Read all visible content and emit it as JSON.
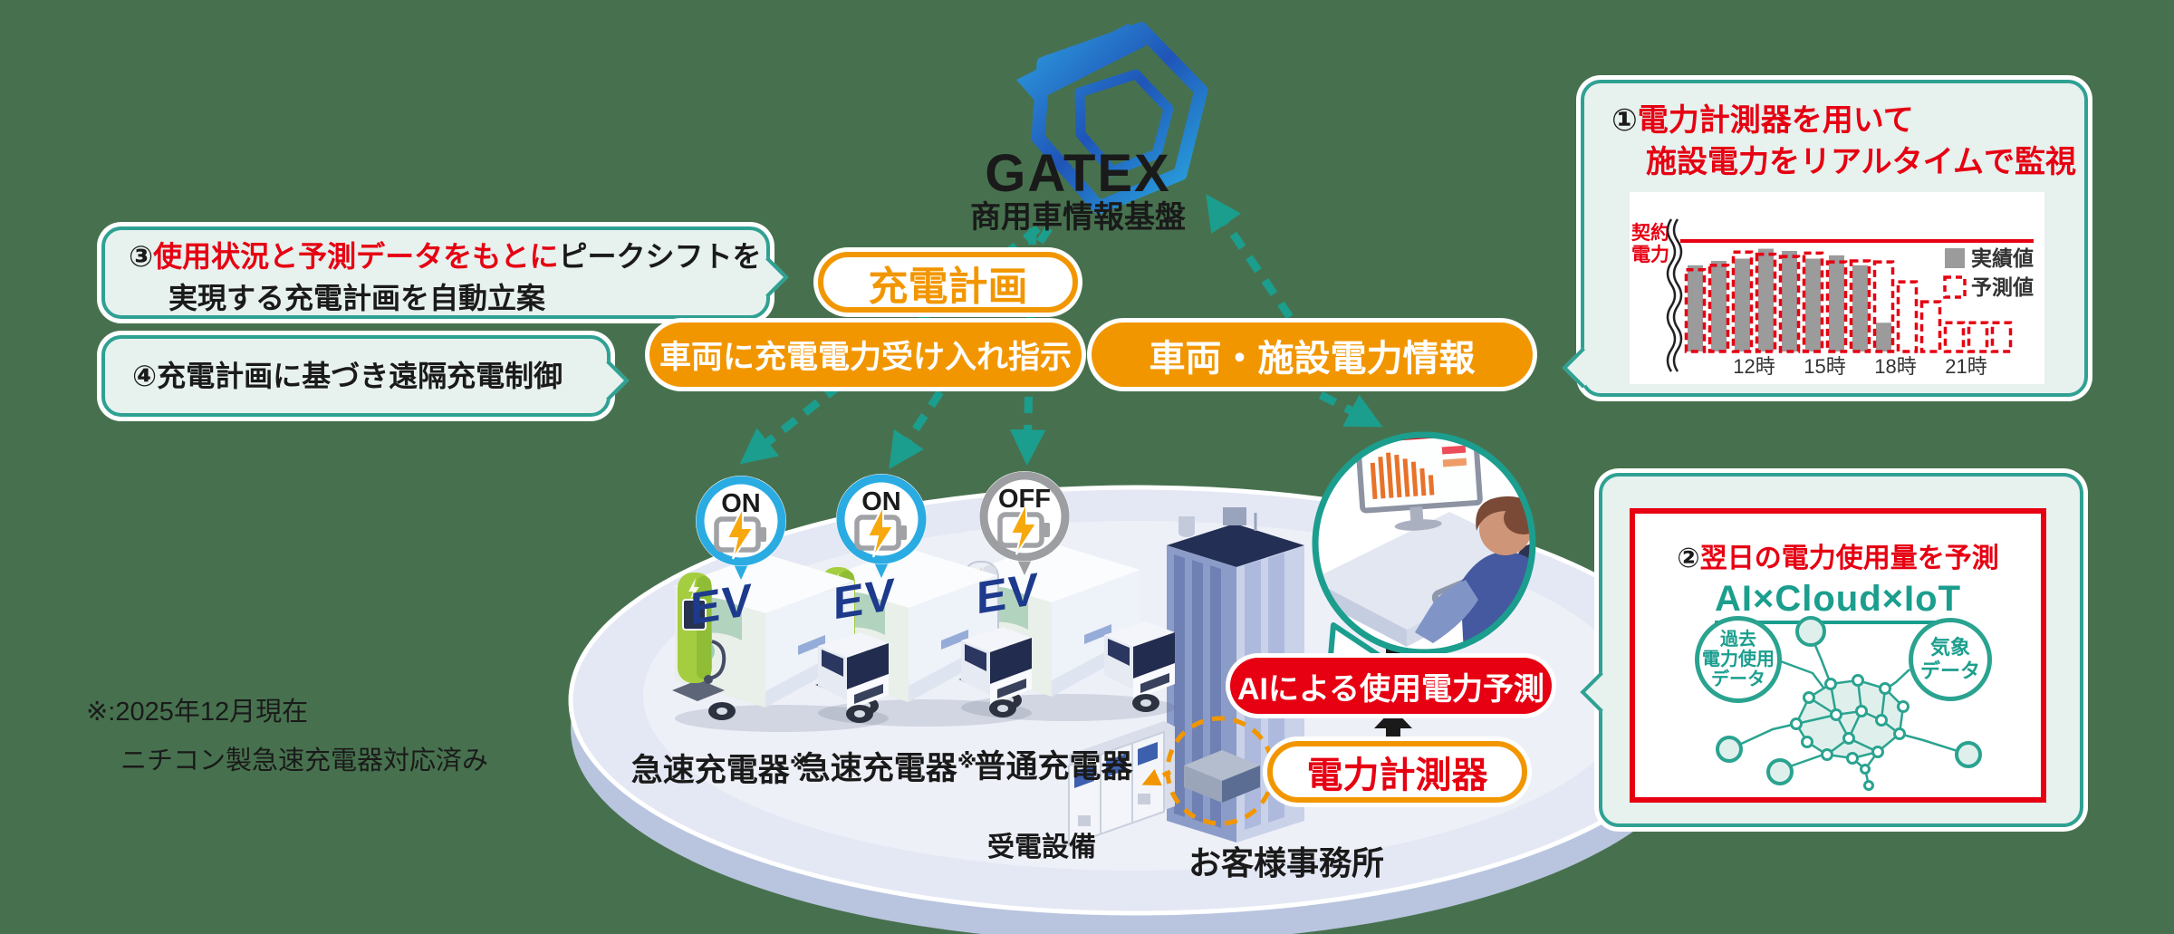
{
  "colors": {
    "background": "#47714e",
    "teal": "#1b9e8e",
    "orange": "#f29600",
    "red": "#e60012",
    "mint": "#e7f1ee",
    "badge_on_blue": "#2aabe2",
    "badge_off_gray": "#9d9ea2",
    "ev_navy": "#1d3a8c"
  },
  "gatex": {
    "title": "GATEX",
    "subtitle": "商用車情報基盤"
  },
  "callout3": {
    "num": "③",
    "highlight": "使用状況と予測データをもとに",
    "rest": "ピークシフトを",
    "line2": "実現する充電計画を自動立案"
  },
  "callout4": {
    "text": "④充電計画に基づき遠隔充電制御"
  },
  "pills": {
    "charge_plan": "充電計画",
    "charge_instruction": "車両に充電電力受け入れ指示",
    "power_info": "車両・施設電力情報",
    "ai_forecast": "AIによる使用電力予測",
    "power_meter": "電力計測器"
  },
  "box1": {
    "num": "①",
    "title_line1": "電力計測器を用いて",
    "title_line2": "施設電力をリアルタイムで監視"
  },
  "chart_data": {
    "type": "bar",
    "title": "",
    "ylabel": "契約電力",
    "ylabel_lines": [
      "契約",
      "電力"
    ],
    "x_tick_labels": [
      "12時",
      "15時",
      "18時",
      "21時"
    ],
    "x_tick_slots": [
      2.5,
      5.5,
      8.5,
      11.5
    ],
    "contract_power_line": {
      "label": "契約電力",
      "value": 100
    },
    "ylim": [
      0,
      110
    ],
    "legend_position": "right",
    "series": [
      {
        "name": "実績値",
        "type": "filled",
        "color": "#9b9b9b",
        "values": [
          78,
          82,
          84,
          93,
          91,
          84,
          87,
          78,
          26,
          null,
          null,
          null,
          null,
          null
        ]
      },
      {
        "name": "予測値",
        "type": "dashed-outline",
        "color": "#e60012",
        "values": [
          74,
          78,
          90,
          88,
          86,
          89,
          81,
          82,
          81,
          63,
          45,
          26,
          26,
          26
        ]
      }
    ]
  },
  "box2": {
    "num": "②",
    "title": "翌日の電力使用量を予測",
    "tech": "AI×Cloud×IoT",
    "left_node": [
      "過去",
      "電力使用",
      "データ"
    ],
    "right_node": [
      "気象",
      "データ"
    ]
  },
  "chargers": [
    {
      "status": "ON",
      "label": "急速充電器",
      "label_note": "※"
    },
    {
      "status": "ON",
      "label": "急速充電器",
      "label_note": "※"
    },
    {
      "status": "OFF",
      "label": "普通充電器",
      "label_note": ""
    }
  ],
  "ev_label": "EV",
  "site": {
    "office_label": "お客様事務所",
    "receiving_label": "受電設備"
  },
  "note": {
    "line1": "※:2025年12月現在",
    "line2": "ニチコン製急速充電器対応済み"
  }
}
